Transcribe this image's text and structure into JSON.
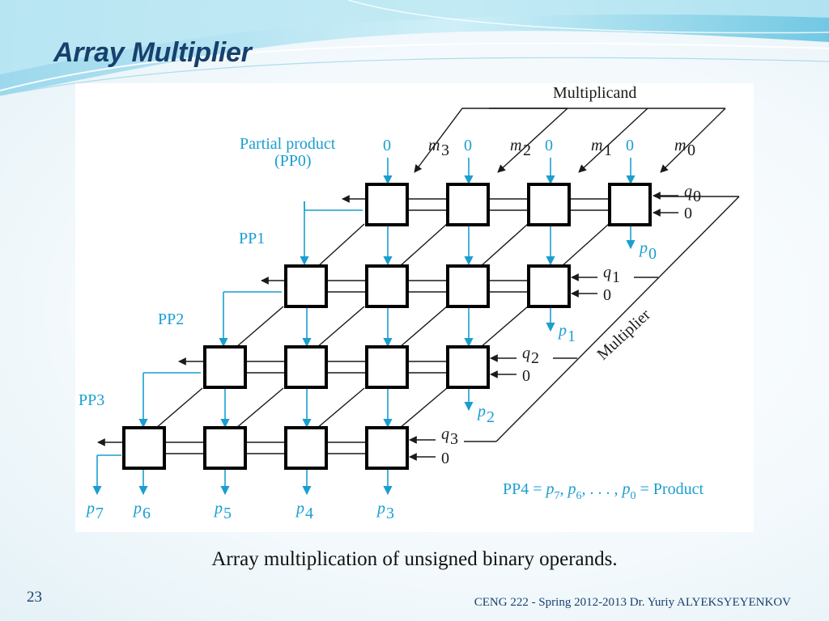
{
  "slide": {
    "title": "Array Multiplier",
    "caption": "Array multiplication of unsigned binary operands.",
    "page_number": "23",
    "footer": "CENG 222 - Spring 2012-2013   Dr. Yuriy ALYEKSYEYENKOV"
  },
  "diagram": {
    "multiplicand_label": "Multiplicand",
    "multiplier_label": "Multiplier",
    "partial_product_label": [
      "Partial product",
      "(PP0)"
    ],
    "row_labels": [
      "PP1",
      "PP2",
      "PP3"
    ],
    "top_inputs": [
      "0",
      "m",
      "3",
      "0",
      "m",
      "2",
      "0",
      "m",
      "1",
      "0",
      "m",
      "0"
    ],
    "q_inputs": [
      {
        "sym": "q",
        "sub": "0",
        "zero": "0"
      },
      {
        "sym": "q",
        "sub": "1",
        "zero": "0"
      },
      {
        "sym": "q",
        "sub": "2",
        "zero": "0"
      },
      {
        "sym": "q",
        "sub": "3",
        "zero": "0"
      }
    ],
    "side_outputs": [
      {
        "sym": "p",
        "sub": "0"
      },
      {
        "sym": "p",
        "sub": "1"
      },
      {
        "sym": "p",
        "sub": "2"
      }
    ],
    "bottom_outputs": [
      {
        "sym": "p",
        "sub": "7"
      },
      {
        "sym": "p",
        "sub": "6"
      },
      {
        "sym": "p",
        "sub": "5"
      },
      {
        "sym": "p",
        "sub": "4"
      },
      {
        "sym": "p",
        "sub": "3"
      }
    ],
    "product_eq": {
      "lhs": "PP4 = ",
      "p7": "p",
      "p7s": "7",
      "sep1": ", ",
      "p6": "p",
      "p6s": "6",
      "mid": ", . . . , ",
      "p0": "p",
      "p0s": "0",
      "rhs": " = Product"
    }
  },
  "colors": {
    "title": "#17406d",
    "blue_wire": "#1a9ed0",
    "wire": "#1a1a1a",
    "footer": "#17406d"
  }
}
